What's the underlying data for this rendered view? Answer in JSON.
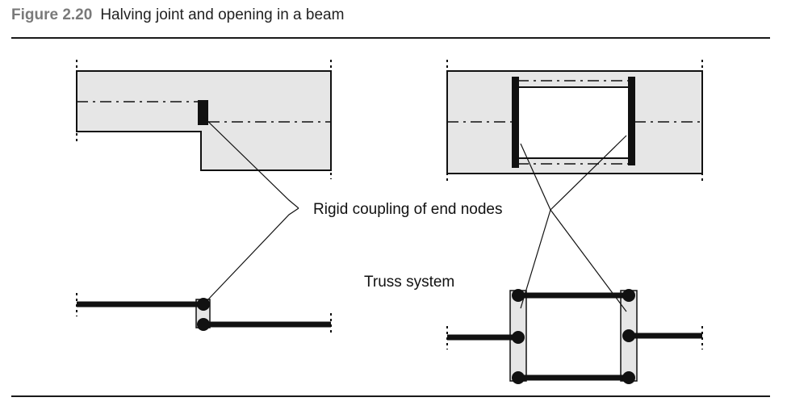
{
  "figure": {
    "label": "Figure 2.20",
    "title": "Halving joint and opening in a beam"
  },
  "labels": {
    "rigid_coupling": "Rigid coupling of end nodes",
    "truss_system": "Truss system"
  },
  "colors": {
    "beam_fill": "#e6e6e6",
    "ink": "#111111",
    "rule": "#1a1a1a",
    "figure_label": "#7a7a7a"
  }
}
